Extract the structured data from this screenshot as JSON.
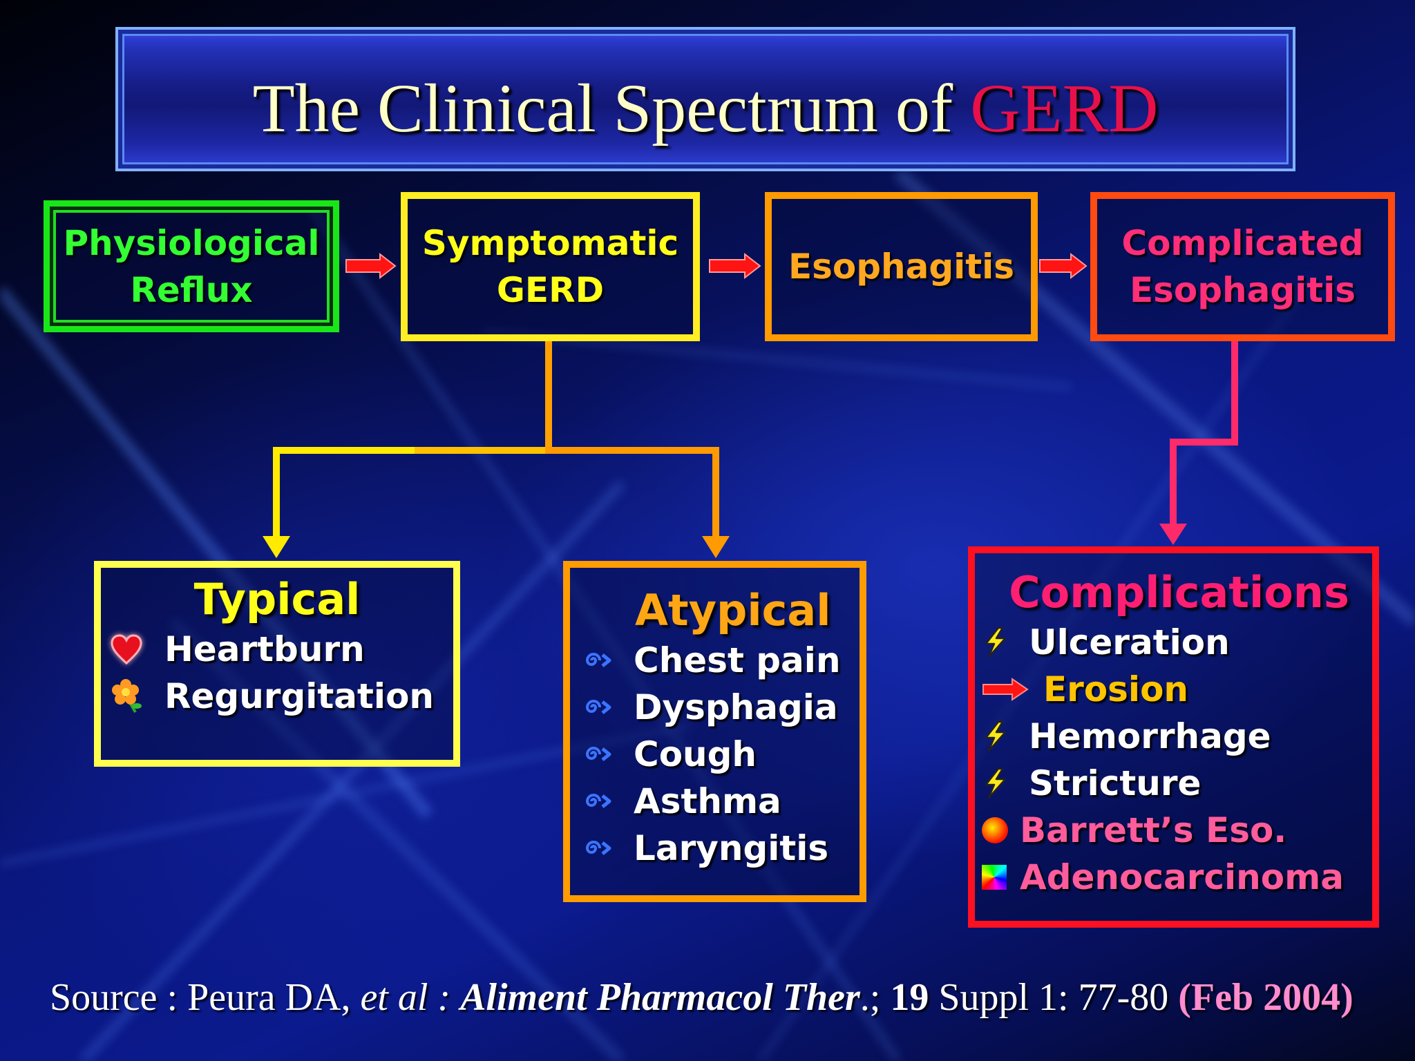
{
  "slide": {
    "title": "The Clinical Spectrum of",
    "title_highlight": "GERD",
    "colors": {
      "title_text": "#ffffc8",
      "title_highlight": "#e8104a"
    }
  },
  "stages": [
    {
      "lines": [
        "Physiological",
        "Reflux"
      ],
      "color": "#33ff33"
    },
    {
      "lines": [
        "Symptomatic",
        "GERD"
      ],
      "color": "#ffff1a"
    },
    {
      "lines": [
        "Esophagitis"
      ],
      "color": "#ffa820"
    },
    {
      "lines": [
        "Complicated",
        "Esophagitis"
      ],
      "color": "#ff2e78"
    }
  ],
  "typical": {
    "title": "Typical",
    "items": [
      {
        "icon": "heart-icon",
        "label": "Heartburn"
      },
      {
        "icon": "flower-icon",
        "label": "Regurgitation"
      }
    ]
  },
  "atypical": {
    "title": "Atypical",
    "items": [
      {
        "icon": "swirl-arrow-icon",
        "label": "Chest pain"
      },
      {
        "icon": "swirl-arrow-icon",
        "label": "Dysphagia"
      },
      {
        "icon": "swirl-arrow-icon",
        "label": "Cough"
      },
      {
        "icon": "swirl-arrow-icon",
        "label": "Asthma"
      },
      {
        "icon": "swirl-arrow-icon",
        "label": "Laryngitis"
      }
    ]
  },
  "complications": {
    "title": "Complications",
    "items": [
      {
        "icon": "lightning-icon",
        "label": "Ulceration"
      },
      {
        "icon": "red-arrow-icon",
        "label": "Erosion"
      },
      {
        "icon": "lightning-icon",
        "label": "Hemorrhage"
      },
      {
        "icon": "lightning-icon",
        "label": "Stricture"
      },
      {
        "icon": "red-circle-icon",
        "label": "Barrett’s Eso."
      },
      {
        "icon": "color-square-icon",
        "label": "Adenocarcinoma"
      }
    ]
  },
  "source": {
    "prefix": "Source : Peura DA, ",
    "authors_suffix": "et al : ",
    "journal": "Aliment Pharmacol Ther",
    "journal_punct": ".; ",
    "volume": "19",
    "pages": " Suppl 1: 77-80 ",
    "date": "(Feb 2004)"
  }
}
